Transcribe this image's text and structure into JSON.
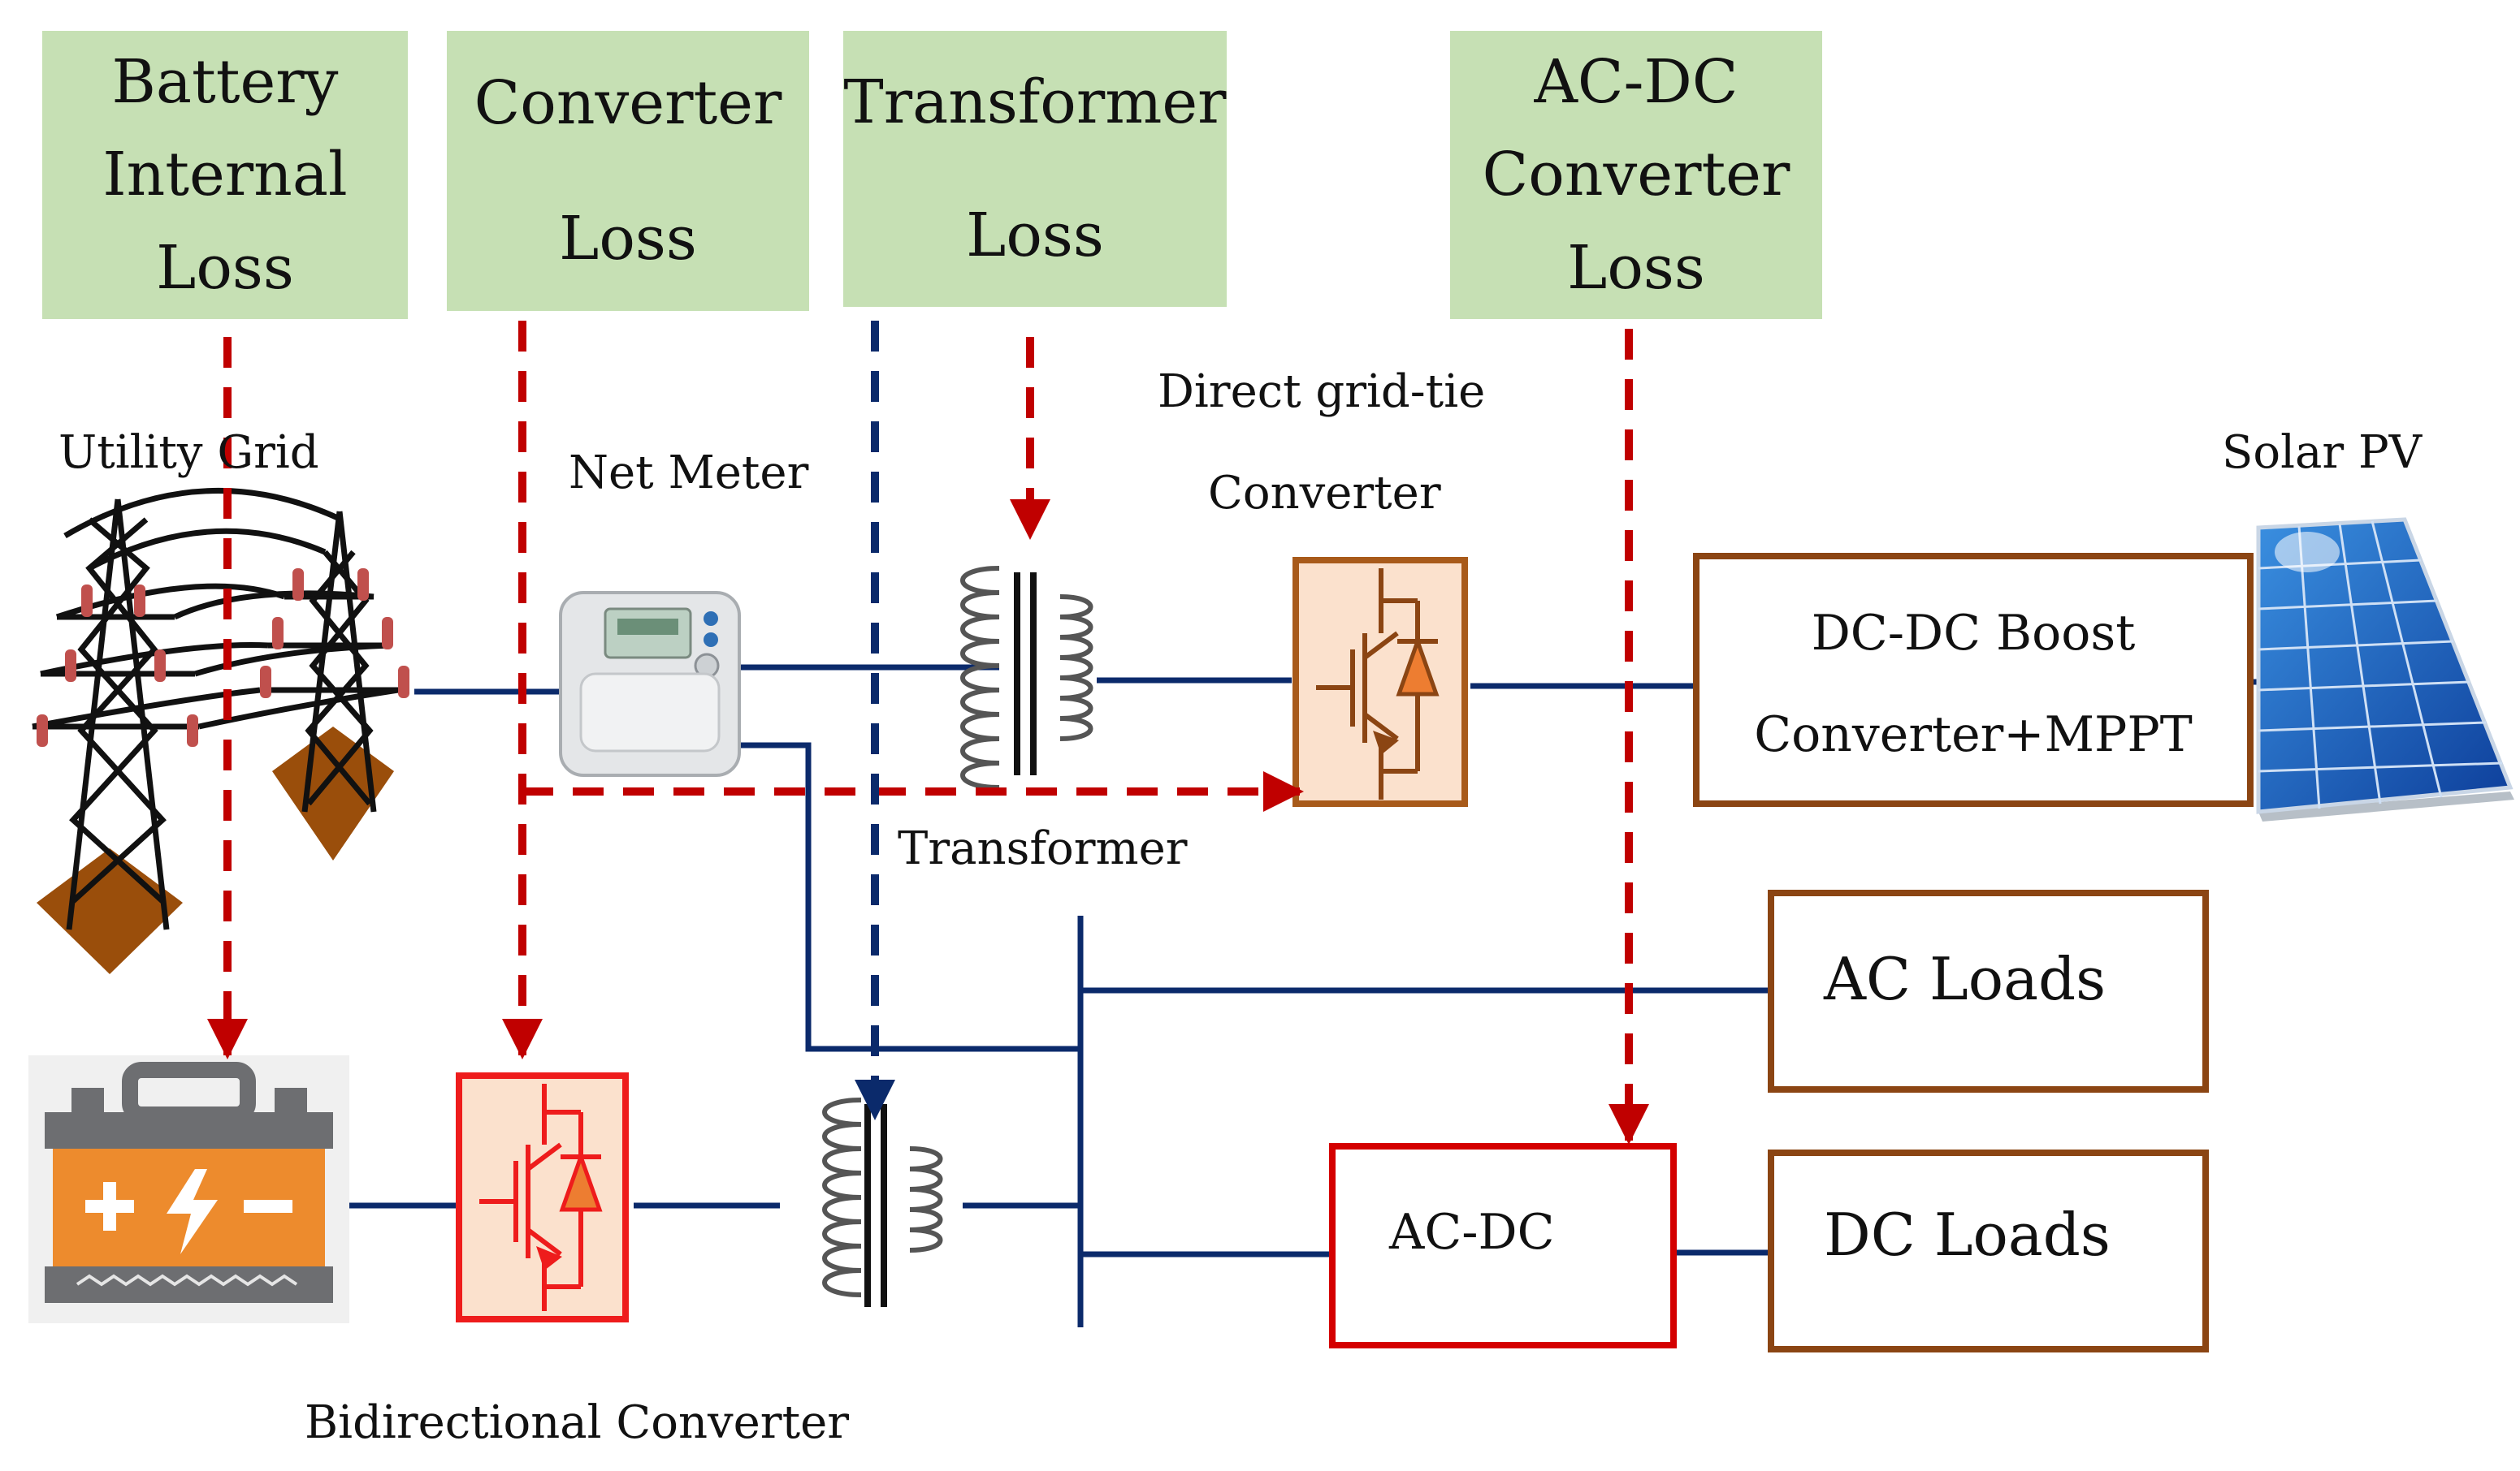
{
  "loss_boxes": {
    "battery_internal": [
      "Battery",
      "Internal",
      "Loss"
    ],
    "converter": [
      "Converter",
      "Loss"
    ],
    "transformer": [
      "Transformer",
      "Loss"
    ],
    "acdc_converter": [
      "AC-DC",
      "Converter",
      "Loss"
    ]
  },
  "labels": {
    "utility_grid": "Utility Grid",
    "net_meter": "Net Meter",
    "direct_grid_tie_line1": "Direct grid-tie",
    "direct_grid_tie_line2": "Converter",
    "solar_pv": "Solar PV",
    "transformer": "Transformer",
    "bidirectional_converter": "Bidirectional Converter"
  },
  "boxes": {
    "dcdc_line1": "DC-DC Boost",
    "dcdc_line2": "Converter+MPPT",
    "ac_loads": "AC Loads",
    "dc_loads": "DC Loads",
    "acdc": "AC-DC"
  },
  "colors": {
    "loss_box_fill": "#c6e0b4",
    "bus_line": "#0b2a6b",
    "loss_arrow": "#c00000",
    "transformer_arrow": "#0b2a6b",
    "load_box_border": "#8b4513",
    "acdc_box_border": "#d40000",
    "converter_fill": "#fbe1cd",
    "bidirectional_converter_border": "#ee1c1c"
  }
}
